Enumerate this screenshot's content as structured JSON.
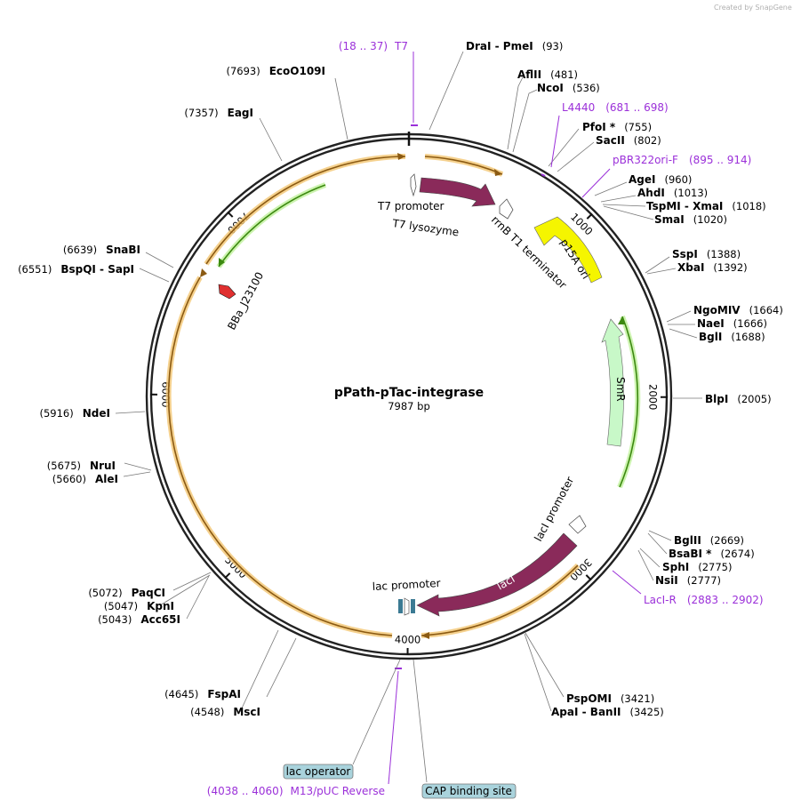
{
  "credit": "Created by SnapGene",
  "plasmid": {
    "name": "pPath-pTac-integrase",
    "length_label": "7987 bp",
    "length": 7987
  },
  "ticks": [
    {
      "pos": 1000,
      "label": "1000"
    },
    {
      "pos": 2000,
      "label": "2000"
    },
    {
      "pos": 3000,
      "label": "3000"
    },
    {
      "pos": 4000,
      "label": "4000"
    },
    {
      "pos": 5000,
      "label": "5000"
    },
    {
      "pos": 6000,
      "label": "6000"
    },
    {
      "pos": 7000,
      "label": "7000"
    }
  ],
  "enzymes": [
    {
      "pos": 93,
      "name": "DraI",
      "name2": "PmeI",
      "num": "(93)"
    },
    {
      "pos": 481,
      "name": "AflII",
      "num": "(481)"
    },
    {
      "pos": 536,
      "name": "NcoI",
      "num": "(536)"
    },
    {
      "pos": 755,
      "name": "PfoI *",
      "num": "(755)"
    },
    {
      "pos": 802,
      "name": "SacII",
      "num": "(802)"
    },
    {
      "pos": 960,
      "name": "AgeI",
      "num": "(960)"
    },
    {
      "pos": 1013,
      "name": "AhdI",
      "num": "(1013)"
    },
    {
      "pos": 1018,
      "name": "TspMI",
      "name2": "XmaI",
      "num": "(1018)"
    },
    {
      "pos": 1020,
      "name": "SmaI",
      "num": "(1020)"
    },
    {
      "pos": 1388,
      "name": "SspI",
      "num": "(1388)"
    },
    {
      "pos": 1392,
      "name": "XbaI",
      "num": "(1392)"
    },
    {
      "pos": 1664,
      "name": "NgoMIV",
      "num": "(1664)"
    },
    {
      "pos": 1666,
      "name": "NaeI",
      "num": "(1666)"
    },
    {
      "pos": 1688,
      "name": "BglI",
      "num": "(1688)"
    },
    {
      "pos": 2005,
      "name": "BlpI",
      "num": "(2005)"
    },
    {
      "pos": 2669,
      "name": "BglII",
      "num": "(2669)"
    },
    {
      "pos": 2674,
      "name": "BsaBI *",
      "num": "(2674)"
    },
    {
      "pos": 2775,
      "name": "SphI",
      "num": "(2775)"
    },
    {
      "pos": 2777,
      "name": "NsiI",
      "num": "(2777)"
    },
    {
      "pos": 3421,
      "name": "PspOMI",
      "num": "(3421)"
    },
    {
      "pos": 3425,
      "name": "ApaI",
      "name2": "BanII",
      "num": "(3425)"
    },
    {
      "pos": 4548,
      "name": "MscI",
      "num": "(4548)"
    },
    {
      "pos": 4645,
      "name": "FspAI",
      "num": "(4645)"
    },
    {
      "pos": 5043,
      "name": "Acc65I",
      "num": "(5043)"
    },
    {
      "pos": 5047,
      "name": "KpnI",
      "num": "(5047)"
    },
    {
      "pos": 5072,
      "name": "PaqCI",
      "num": "(5072)"
    },
    {
      "pos": 5660,
      "name": "AleI",
      "num": "(5660)"
    },
    {
      "pos": 5675,
      "name": "NruI",
      "num": "(5675)"
    },
    {
      "pos": 5916,
      "name": "NdeI",
      "num": "(5916)"
    },
    {
      "pos": 6551,
      "name": "BspQI",
      "name2": "SapI",
      "num": "(6551)"
    },
    {
      "pos": 6639,
      "name": "SnaBI",
      "num": "(6639)"
    },
    {
      "pos": 7357,
      "name": "EagI",
      "num": "(7357)"
    },
    {
      "pos": 7693,
      "name": "EcoO109I",
      "num": "(7693)"
    }
  ],
  "primers": [
    {
      "name": "T7",
      "range": "(18 .. 37)"
    },
    {
      "name": "L4440",
      "range": "(681 .. 698)"
    },
    {
      "name": "pBR322ori-F",
      "range": "(895 .. 914)"
    },
    {
      "name": "LacI-R",
      "range": "(2883 .. 2902)"
    },
    {
      "name": "M13/pUC Reverse",
      "range": "(4038 .. 4060)"
    }
  ],
  "features": {
    "t7_promoter": "T7 promoter",
    "t7_lysozyme": "T7 lysozyme",
    "rrnb": "rrnB T1 terminator",
    "p15a": "p15A ori",
    "smr": "SmR",
    "laci_promoter": "lacI promoter",
    "laci": "lacI",
    "lac_promoter": "lac promoter",
    "bba": "BBa_J23100",
    "lac_operator": "lac operator",
    "cap_site": "CAP binding site"
  },
  "colors": {
    "backbone": "#222222",
    "orange_glow": "#f3c572",
    "brown_arrow": "#8b5a12",
    "green_arrow": "#3c8a10",
    "maroon": "#8a2a5a",
    "yellow": "#f5f500",
    "mint": "#c8f8c8",
    "red": "#e03030",
    "primer": "#9b30d9",
    "box_fill": "#a9d3dc"
  }
}
